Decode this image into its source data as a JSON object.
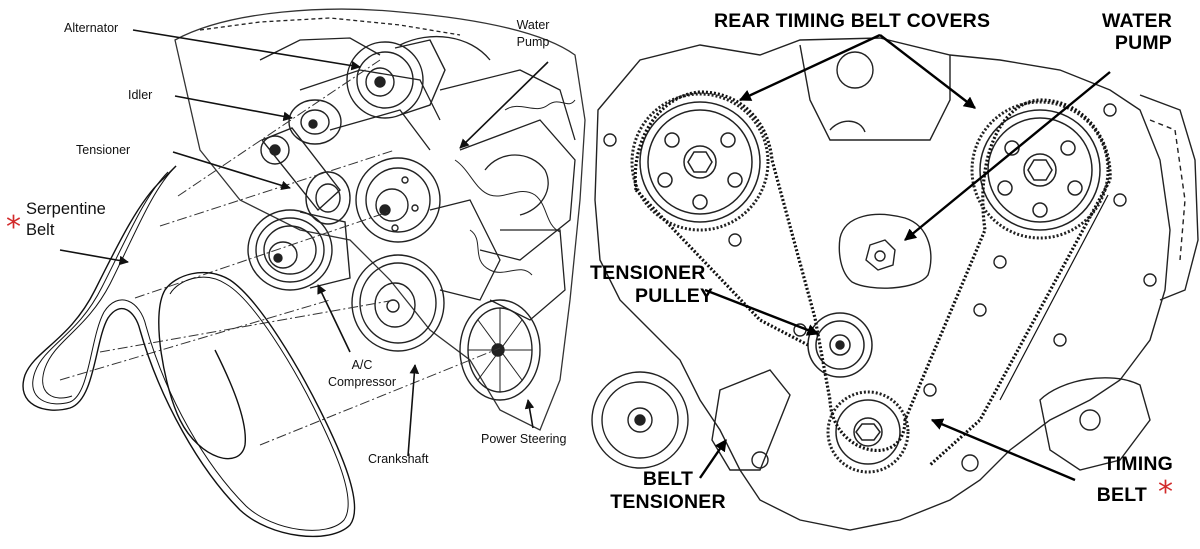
{
  "colors": {
    "ink": "#1a1a1a",
    "accent": "#d22b2b",
    "paper": "#ffffff"
  },
  "left_panel": {
    "labels": {
      "alternator": "Alternator",
      "water_pump_line1": "Water",
      "water_pump_line2": "Pump",
      "idler": "Idler",
      "tensioner": "Tensioner",
      "serpentine_line1": "Serpentine",
      "serpentine_line2": "Belt",
      "ac_line1": "A/C",
      "ac_line2": "Compressor",
      "crankshaft": "Crankshaft",
      "power_steering": "Power Steering"
    },
    "asterisk": "*"
  },
  "right_panel": {
    "labels": {
      "rear_covers": "REAR TIMING BELT COVERS",
      "water_pump_line1": "WATER",
      "water_pump_line2": "PUMP",
      "tensioner_pulley_line1": "TENSIONER",
      "tensioner_pulley_line2": "PULLEY",
      "belt_tensioner_line1": "BELT",
      "belt_tensioner_line2": "TENSIONER",
      "timing_belt_line1": "TIMING",
      "timing_belt_line2": "BELT"
    },
    "asterisk": "*"
  }
}
